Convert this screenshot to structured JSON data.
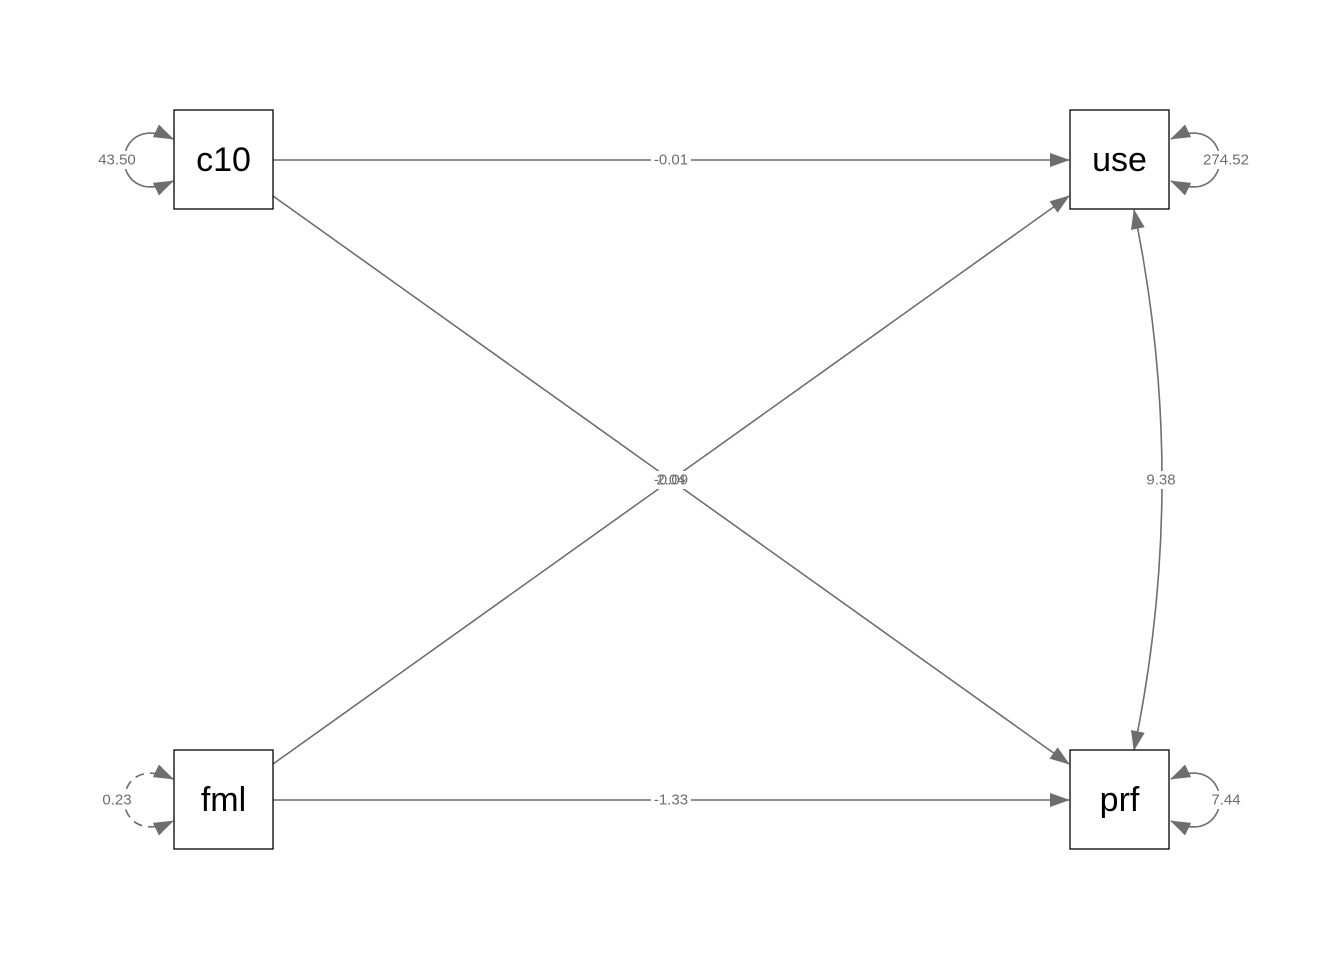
{
  "nodes": {
    "c10": {
      "label": "c10",
      "variance": "43.50",
      "variance_dashed": false
    },
    "use": {
      "label": "use",
      "variance": "274.52",
      "variance_dashed": false
    },
    "fml": {
      "label": "fml",
      "variance": "0.23",
      "variance_dashed": true
    },
    "prf": {
      "label": "prf",
      "variance": "7.44",
      "variance_dashed": false
    }
  },
  "paths": {
    "c10_use": {
      "from": "c10",
      "to": "use",
      "label": "-0.01"
    },
    "c10_prf": {
      "from": "c10",
      "to": "prf",
      "label": "-0.09"
    },
    "fml_use": {
      "from": "fml",
      "to": "use",
      "label": "2.04"
    },
    "fml_prf": {
      "from": "fml",
      "to": "prf",
      "label": "-1.33"
    }
  },
  "covariances": {
    "use_prf": {
      "from": "use",
      "to": "prf",
      "label": "9.38"
    }
  },
  "colors": {
    "edge": "#6e6e6e",
    "node_border": "#000000",
    "background": "#ffffff"
  }
}
